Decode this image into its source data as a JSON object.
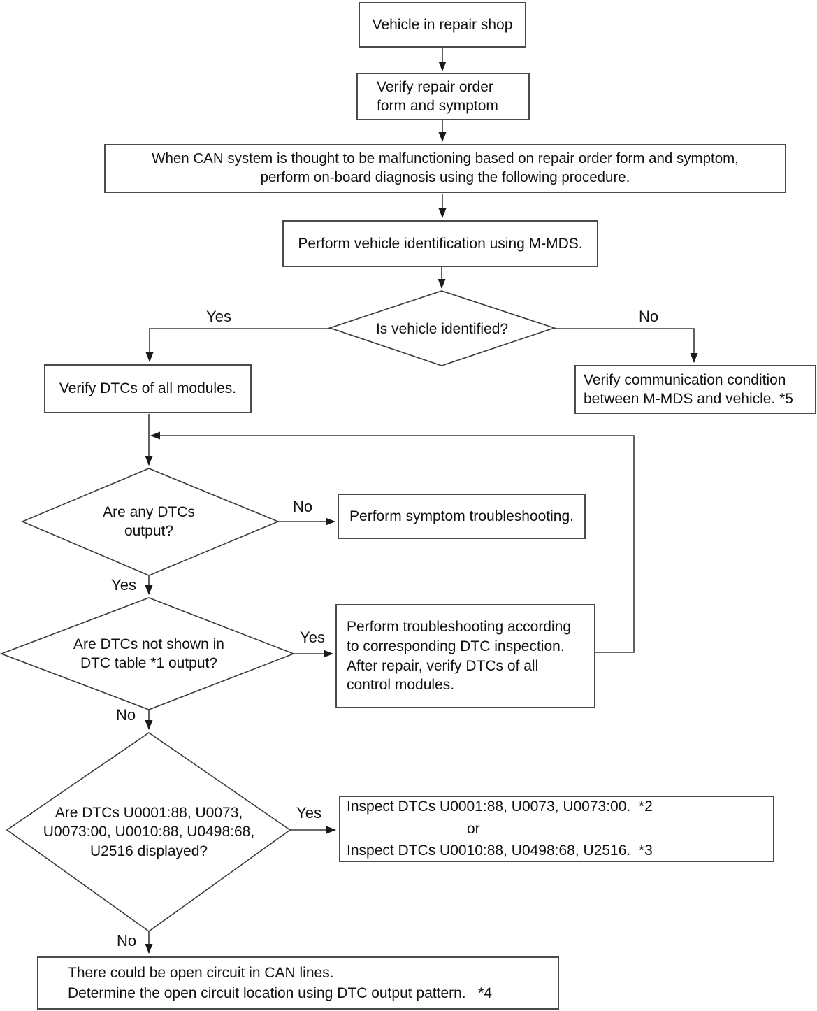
{
  "edges": {
    "yes_label": "Yes",
    "no_label": "No"
  },
  "nodes": {
    "start": {
      "text": "Vehicle in repair shop"
    },
    "verify_order": {
      "text": "Verify repair order\nform and symptom"
    },
    "when_can": {
      "text": "When CAN system is thought to be malfunctioning based on repair order form and symptom,\nperform on-board diagnosis using the following procedure."
    },
    "vehicle_id": {
      "text": "Perform vehicle identification using M-MDS."
    },
    "is_identified": {
      "text": "Is vehicle identified?"
    },
    "verify_dtcs": {
      "text": "Verify DTCs of all modules."
    },
    "verify_comm": {
      "text": "Verify communication condition\nbetween M-MDS and vehicle. *5"
    },
    "any_dtcs_output": {
      "text": "Are any DTCs\noutput?"
    },
    "symptom_troubleshooting": {
      "text": "Perform symptom troubleshooting."
    },
    "dtc_table": {
      "text": "Are DTCs not shown in\nDTC table *1 output?"
    },
    "dtc_troubleshooting": {
      "text": "Perform troubleshooting according\nto corresponding DTC inspection.\nAfter repair, verify DTCs of all\ncontrol modules."
    },
    "dtc_displayed": {
      "text": "Are DTCs U0001:88, U0073,\nU0073:00, U0010:88, U0498:68,\nU2516 displayed?"
    },
    "inspect": {
      "line1": "Inspect DTCs U0001:88, U0073, U0073:00.  *2",
      "or": "or",
      "line2": "Inspect DTCs U0010:88, U0498:68, U2516.  *3"
    },
    "open_circuit": {
      "text": "There could be open circuit in CAN lines.\nDetermine the open circuit location using DTC output pattern.   *4"
    }
  }
}
